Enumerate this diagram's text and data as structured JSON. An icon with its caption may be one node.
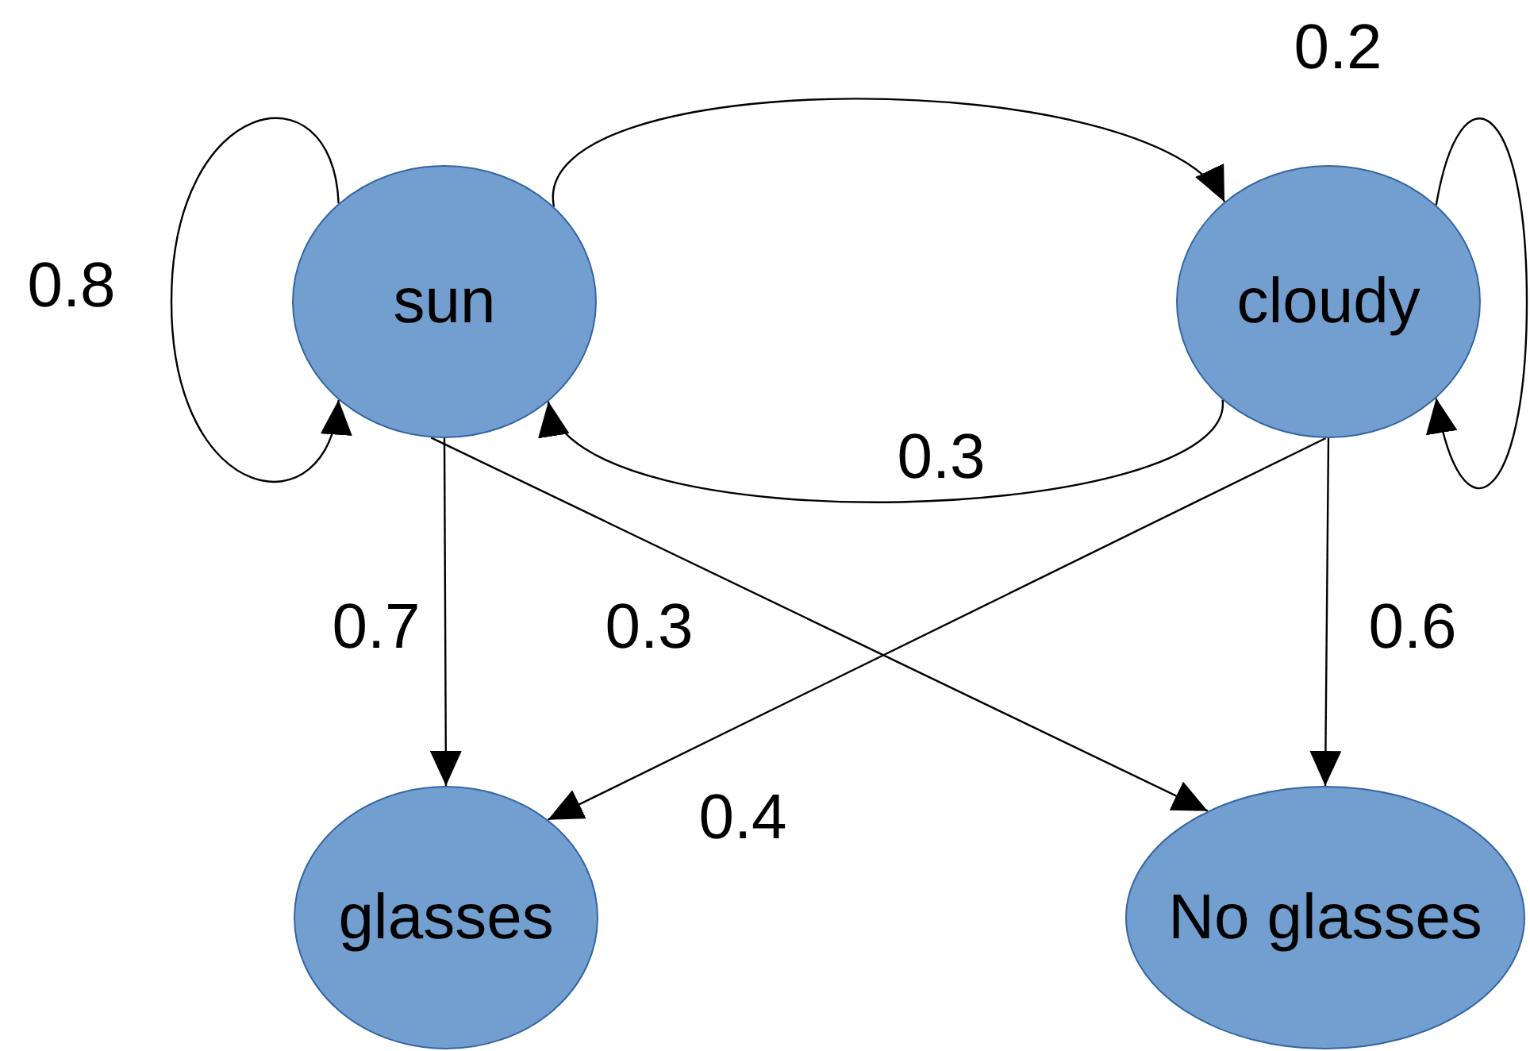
{
  "diagram": {
    "nodes": [
      {
        "text": [
          "sun"
        ]
      },
      {
        "text": [
          "cloudy"
        ]
      },
      {
        "text": [
          "glasses"
        ]
      },
      {
        "text": [
          "No glasses"
        ]
      }
    ],
    "edges": [
      {
        "from": 0,
        "to": 0,
        "arrow": "to",
        "label": "0.8"
      },
      {
        "from": 0,
        "to": 1,
        "arrow": "to",
        "label": "0.2"
      },
      {
        "from": 1,
        "to": 0,
        "arrow": "to",
        "label": "0.3"
      },
      {
        "from": 1,
        "to": 1,
        "arrow": "to"
      },
      {
        "from": 0,
        "to": 2,
        "arrow": "to",
        "label": "0.7"
      },
      {
        "from": 0,
        "to": 3,
        "arrow": "to",
        "label": "0.3"
      },
      {
        "from": 1,
        "to": 2,
        "arrow": "to",
        "label": "0.4"
      },
      {
        "from": 1,
        "to": 3,
        "arrow": "to",
        "label": "0.6"
      }
    ]
  }
}
